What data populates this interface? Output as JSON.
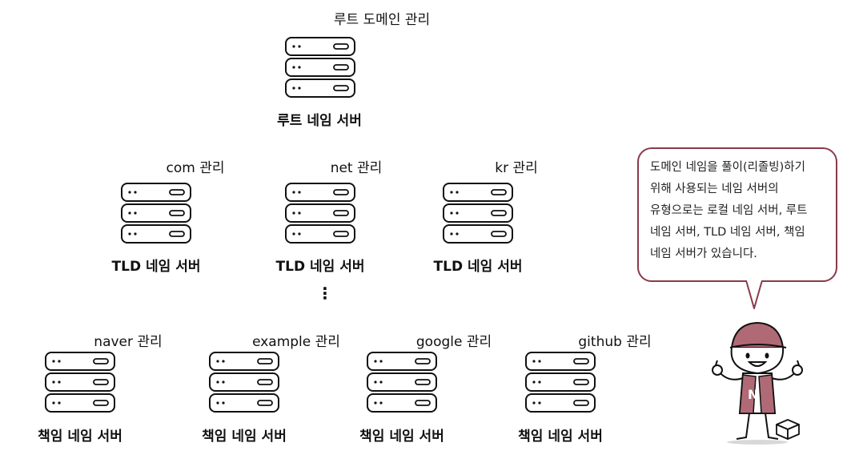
{
  "root": {
    "management": "루트 도메인 관리",
    "server_name": "루트 네임 서버"
  },
  "tld": [
    {
      "management": "com 관리",
      "server_name": "TLD 네임 서버"
    },
    {
      "management": "net 관리",
      "server_name": "TLD 네임 서버"
    },
    {
      "management": "kr 관리",
      "server_name": "TLD 네임 서버"
    }
  ],
  "ellipsis": "⋮",
  "authoritative": [
    {
      "management": "naver 관리",
      "server_name": "책임 네임 서버"
    },
    {
      "management": "example 관리",
      "server_name": "책임 네임 서버"
    },
    {
      "management": "google 관리",
      "server_name": "책임 네임 서버"
    },
    {
      "management": "github 관리",
      "server_name": "책임 네임 서버"
    }
  ],
  "speech_bubble": {
    "text": "도메인 네임을 풀이(리졸빙)하기 위해 사용되는 네임 서버의 유형으로는 로컬 네임 서버, 루트 네임 서버, TLD 네임 서버, 책임 네임 서버가 있습니다."
  },
  "character": {
    "shirt_letter": "N"
  },
  "colors": {
    "accent": "#8b3a4a",
    "cap": "#b06a76",
    "stroke": "#111111"
  },
  "icons": {
    "server": "server-rack-icon",
    "box": "box-icon"
  }
}
